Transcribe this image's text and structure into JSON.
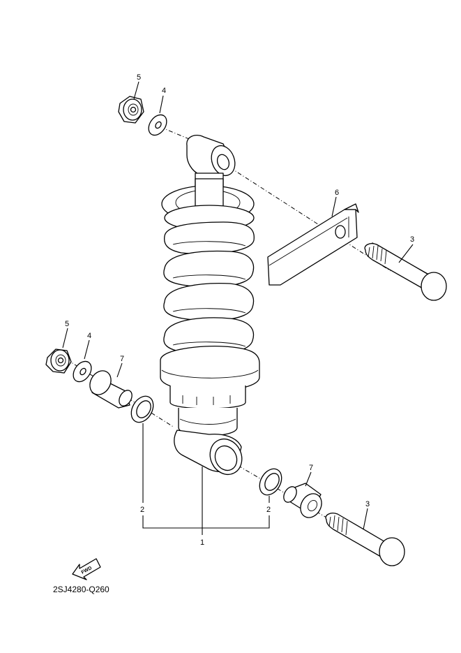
{
  "callouts": {
    "c5_top": "5",
    "c4_top": "4",
    "c6": "6",
    "c3_top": "3",
    "c5_left": "5",
    "c4_left": "4",
    "c7_left": "7",
    "c7_right": "7",
    "c3_bottom": "3",
    "c2_left": "2",
    "c2_right": "2",
    "c1": "1"
  },
  "fwd_label": "FWD",
  "diagram_code": "2SJ4280-Q260",
  "icons": {
    "fwd_arrow": "fwd-arrow-icon"
  }
}
